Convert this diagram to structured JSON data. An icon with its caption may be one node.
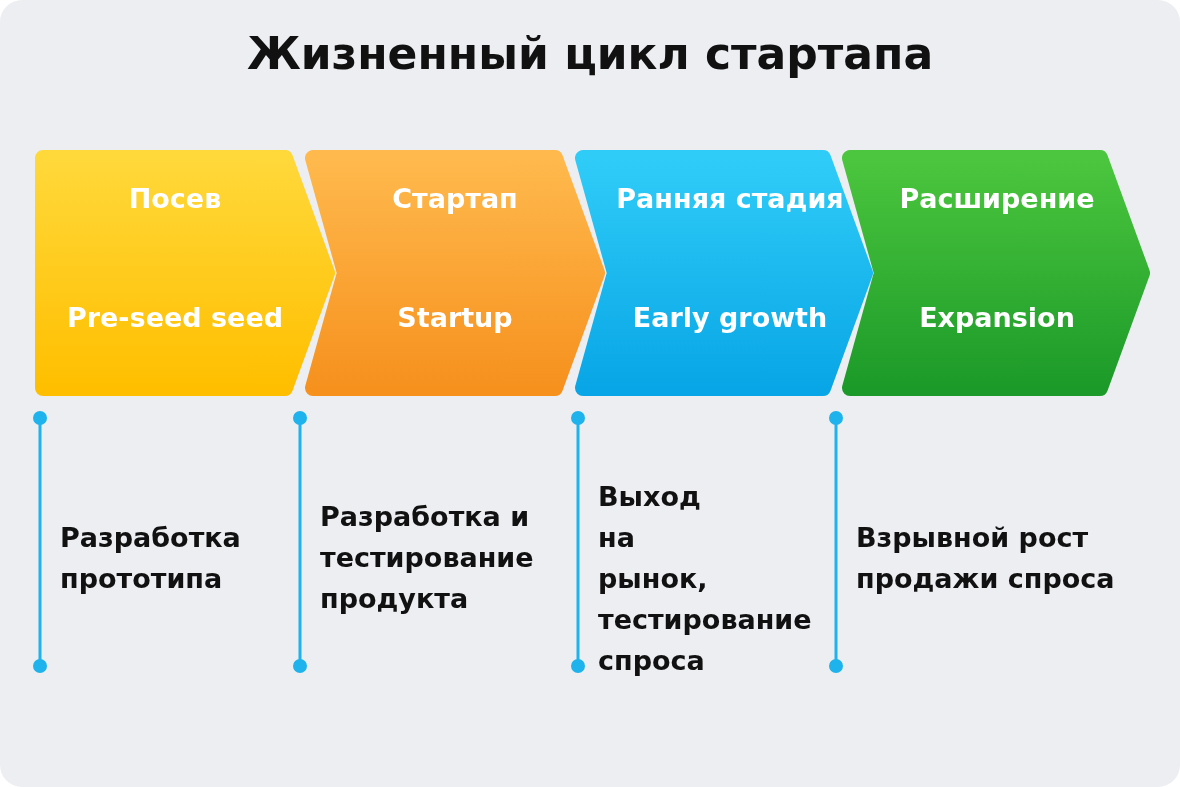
{
  "diagram": {
    "title": "Жизненный цикл стартапа",
    "nodes": [
      {
        "text": [
          "Посев",
          "Pre-seed seed"
        ]
      },
      {
        "text": [
          "Стартап",
          "Startup"
        ]
      },
      {
        "text": [
          "Ранняя стадия",
          "Early growth"
        ]
      },
      {
        "text": [
          "Расширение",
          "Expansion"
        ]
      }
    ],
    "labels": [
      "Разработка прототипа",
      "Разработка и тестирование продукта",
      "Выход на рынок, тестирование спроса",
      "Взрывной рост продажи спроса"
    ]
  }
}
